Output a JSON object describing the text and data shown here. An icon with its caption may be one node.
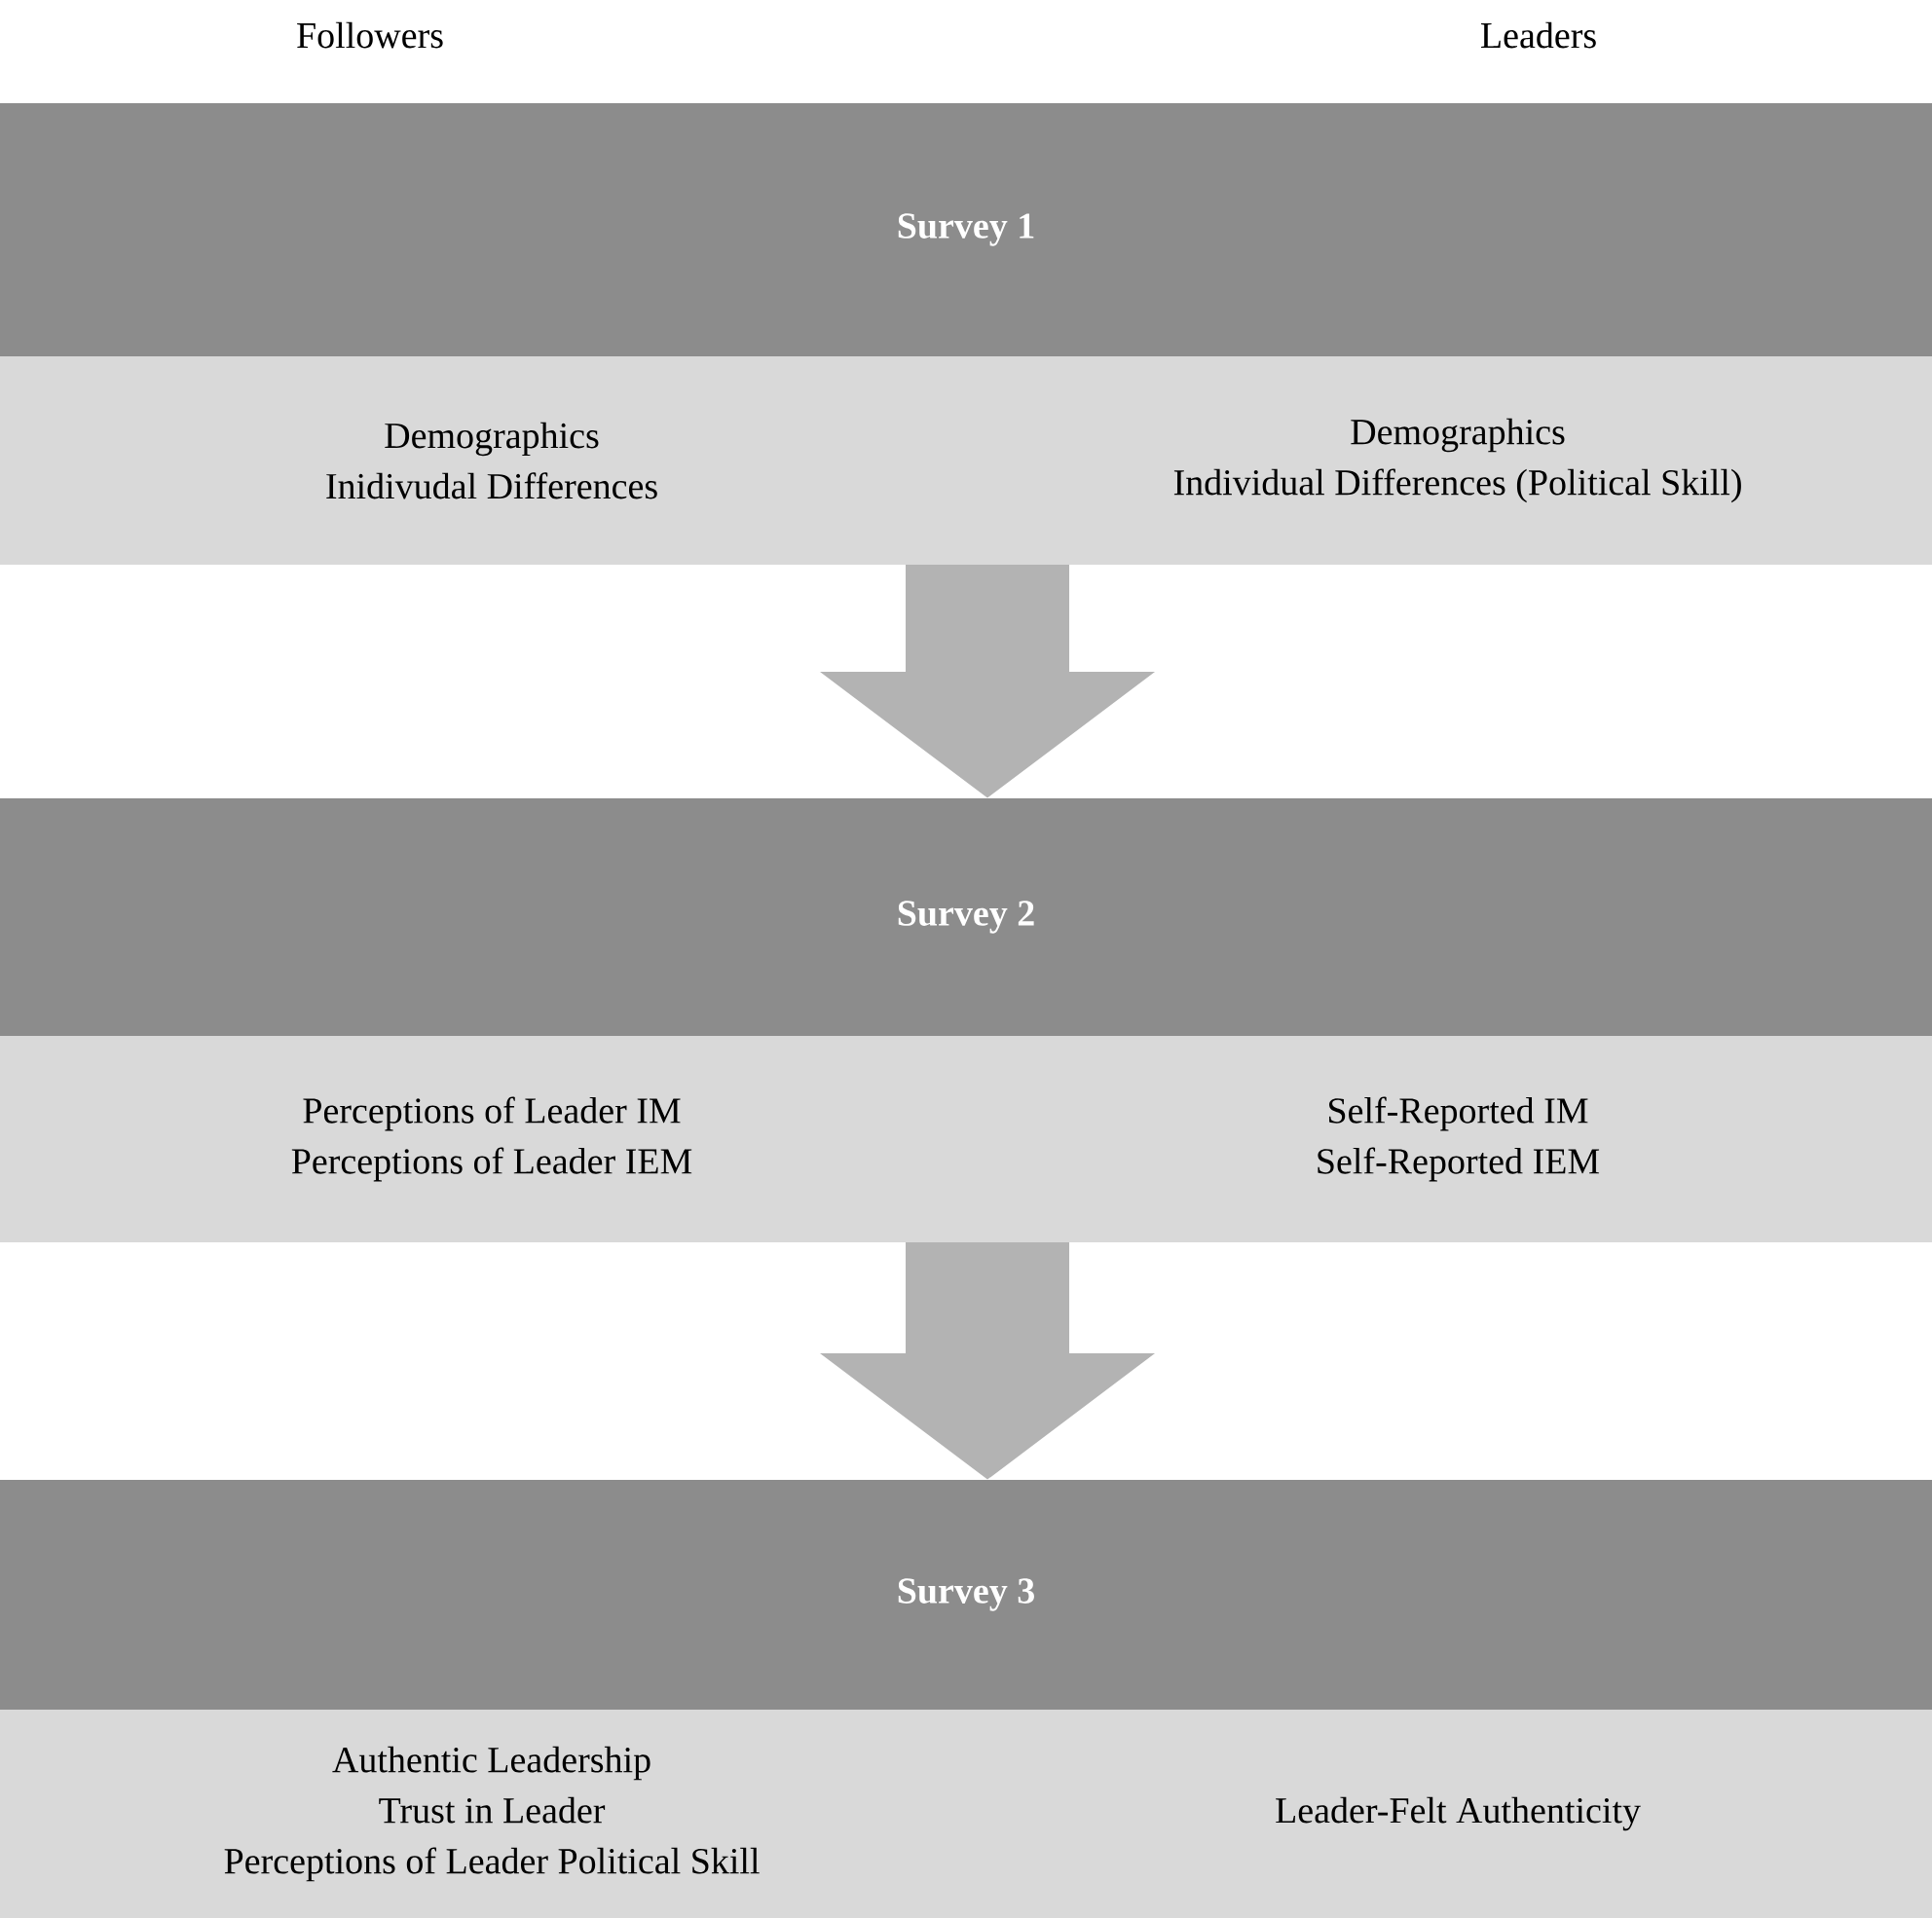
{
  "diagram": {
    "nodes": [
      {
        "text": [
          "Survey 1"
        ]
      },
      {
        "text": [
          "Demographics",
          "Inidivudal Differences"
        ]
      },
      {
        "text": [
          "Demographics",
          "Individual Differences (Political Skill)"
        ]
      },
      {
        "text": [
          "Survey 2"
        ]
      },
      {
        "text": [
          "Perceptions of Leader IM",
          "Perceptions of Leader IEM"
        ]
      },
      {
        "text": [
          "Self-Reported IM",
          "Self-Reported IEM"
        ]
      },
      {
        "text": [
          "Survey 3"
        ]
      },
      {
        "text": [
          "Authentic Leadership",
          "Trust in Leader",
          "Perceptions of Leader Political Skill"
        ]
      },
      {
        "text": [
          "Leader-Felt Authenticity"
        ]
      }
    ],
    "edges": [
      {
        "from": 0,
        "to": 3,
        "arrow": "to"
      },
      {
        "from": 3,
        "to": 6,
        "arrow": "to"
      }
    ],
    "labels": [
      "Followers",
      "Leaders"
    ]
  }
}
